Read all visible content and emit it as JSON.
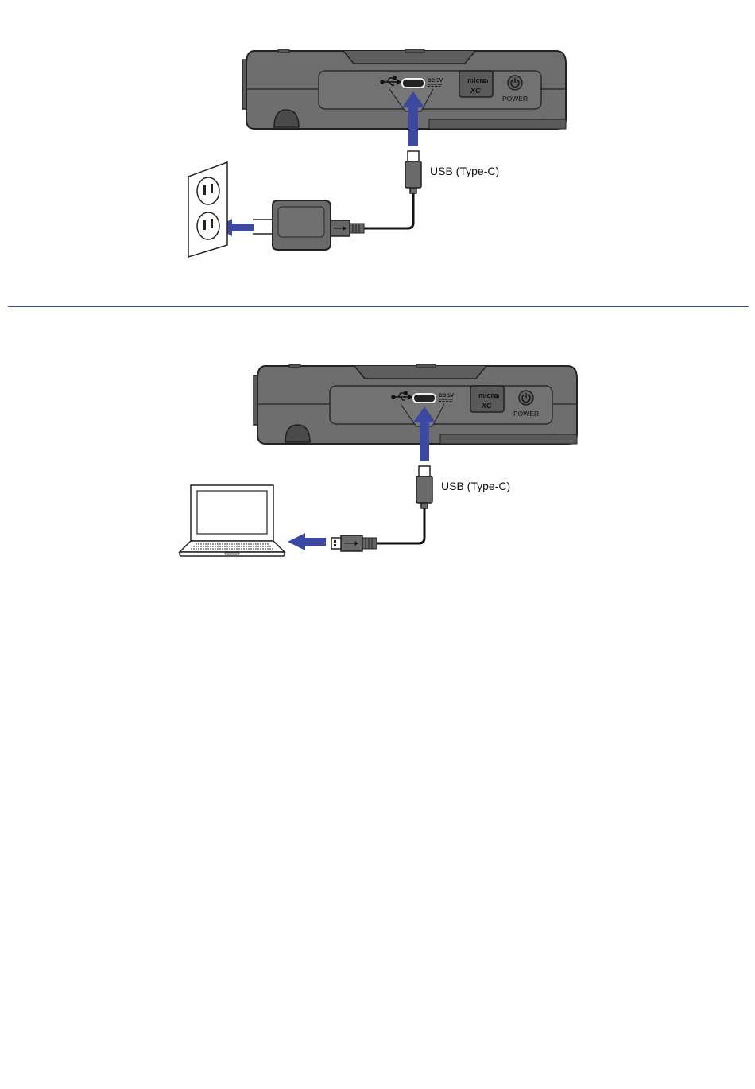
{
  "device": {
    "power_label": "POWER",
    "dc_label": "DC 5V",
    "micro_label": "micro",
    "sd_label": "SD",
    "xc_label": "XC"
  },
  "cable": {
    "usb_label": "USB (Type-C)"
  },
  "colors": {
    "arrow": "#3b4aa0",
    "device_body": "#6e6e6e",
    "device_dark": "#4a4a4a",
    "divider": "#3a4a9a"
  },
  "icons": {
    "usb": "usb-symbol-icon",
    "power": "power-icon",
    "outlet": "wall-outlet-icon",
    "adapter": "ac-adapter-icon",
    "laptop": "laptop-icon"
  }
}
